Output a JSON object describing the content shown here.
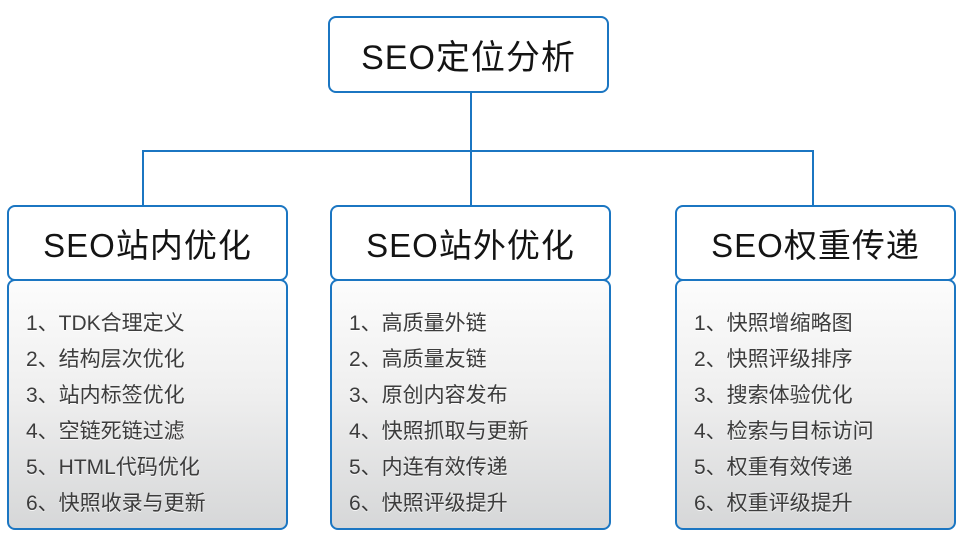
{
  "diagram": {
    "root": {
      "label": "SEO定位分析"
    },
    "branches": [
      {
        "header": "SEO站内优化",
        "items": [
          "1、TDK合理定义",
          "2、结构层次优化",
          "3、站内标签优化",
          "4、空链死链过滤",
          "5、HTML代码优化",
          "6、快照收录与更新"
        ]
      },
      {
        "header": "SEO站外优化",
        "items": [
          "1、高质量外链",
          "2、高质量友链",
          "3、原创内容发布",
          "4、快照抓取与更新",
          "5、内连有效传递",
          "6、快照评级提升"
        ]
      },
      {
        "header": "SEO权重传递",
        "items": [
          "1、快照增缩略图",
          "2、快照评级排序",
          "3、搜索体验优化",
          "4、检索与目标访问",
          "5、权重有效传递",
          "6、权重评级提升"
        ]
      }
    ],
    "colors": {
      "accent_blue": "#1b76c2",
      "header_text": "#141414",
      "item_text": "#3c3c3c",
      "list_bg_top": "#fcfcfc",
      "list_bg_bottom": "#d6d7d8"
    }
  }
}
